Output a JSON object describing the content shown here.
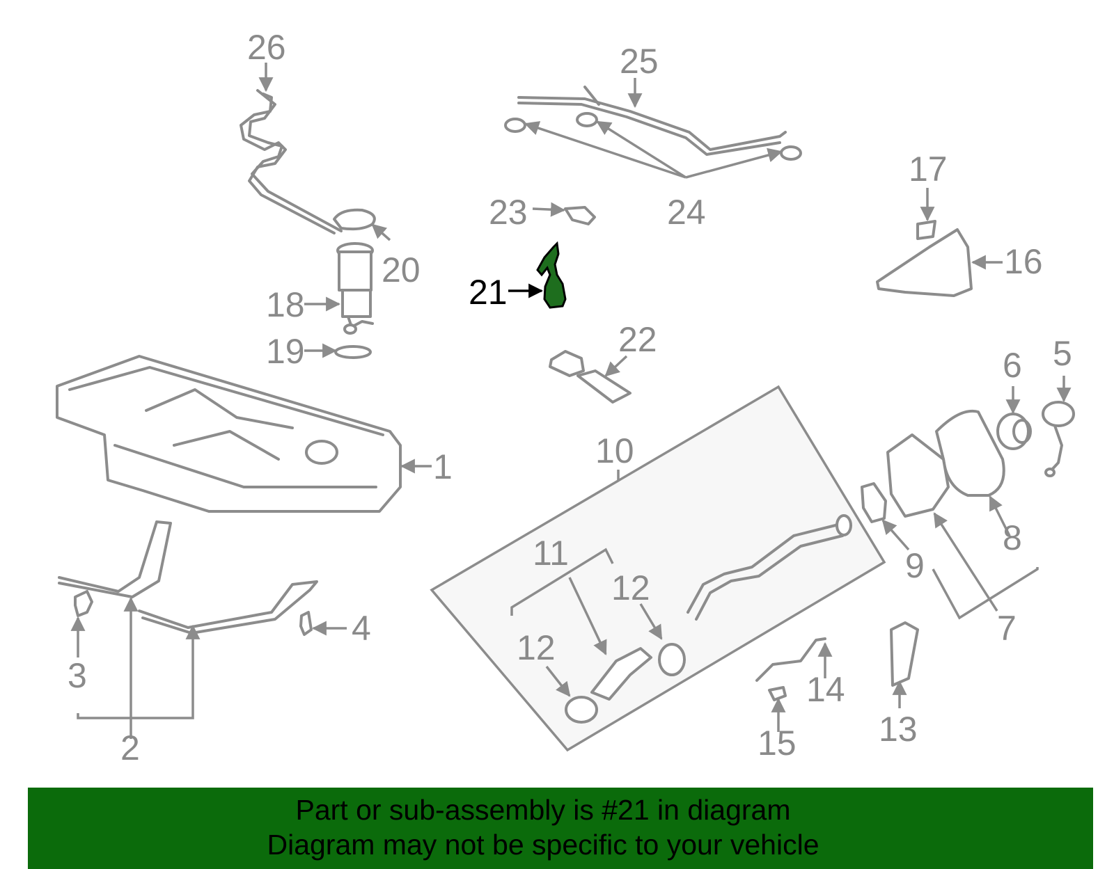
{
  "diagram": {
    "highlight_part": "21",
    "highlight_color": "#1e6e1e",
    "line_color": "#8c8c8c",
    "labels": {
      "p1": "1",
      "p2": "2",
      "p3": "3",
      "p4": "4",
      "p5": "5",
      "p6": "6",
      "p7": "7",
      "p8": "8",
      "p9": "9",
      "p10": "10",
      "p11": "11",
      "p12a": "12",
      "p12b": "12",
      "p13": "13",
      "p14": "14",
      "p15": "15",
      "p16": "16",
      "p17": "17",
      "p18": "18",
      "p19": "19",
      "p20": "20",
      "p21": "21",
      "p22": "22",
      "p23": "23",
      "p24": "24",
      "p25": "25",
      "p26": "26"
    }
  },
  "banner": {
    "background": "#0b6b0b",
    "line1": "Part or sub-assembly is #21 in diagram",
    "line2": "Diagram may not be specific to your vehicle"
  }
}
